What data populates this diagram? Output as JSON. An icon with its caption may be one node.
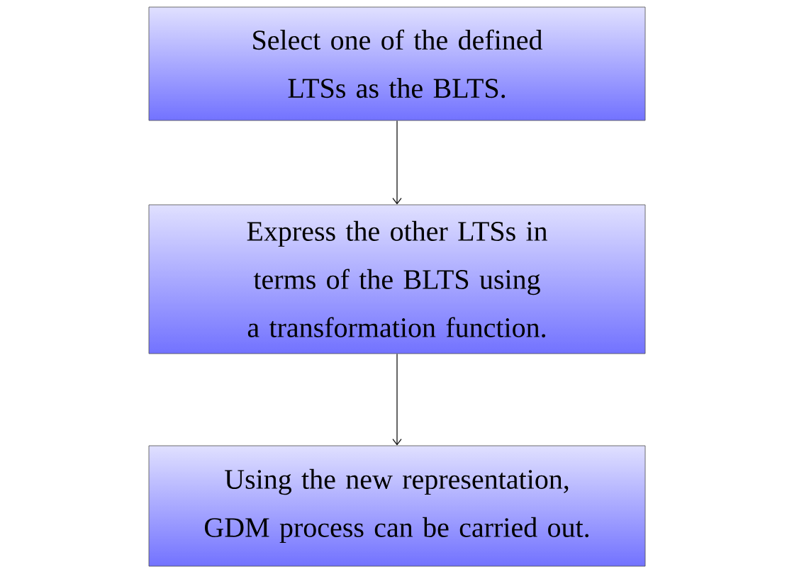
{
  "diagram": {
    "nodes": [
      {
        "text": [
          "Select one of the defined LTSs as the BLTS."
        ]
      },
      {
        "text": [
          "Express the other LTSs in terms of the BLTS using a transformation function."
        ]
      },
      {
        "text": [
          "Using the new representation, GDM process can be carried out."
        ]
      }
    ],
    "edges": [
      {
        "from": 0,
        "to": 1,
        "arrow": "to"
      },
      {
        "from": 1,
        "to": 2,
        "arrow": "to"
      }
    ]
  }
}
